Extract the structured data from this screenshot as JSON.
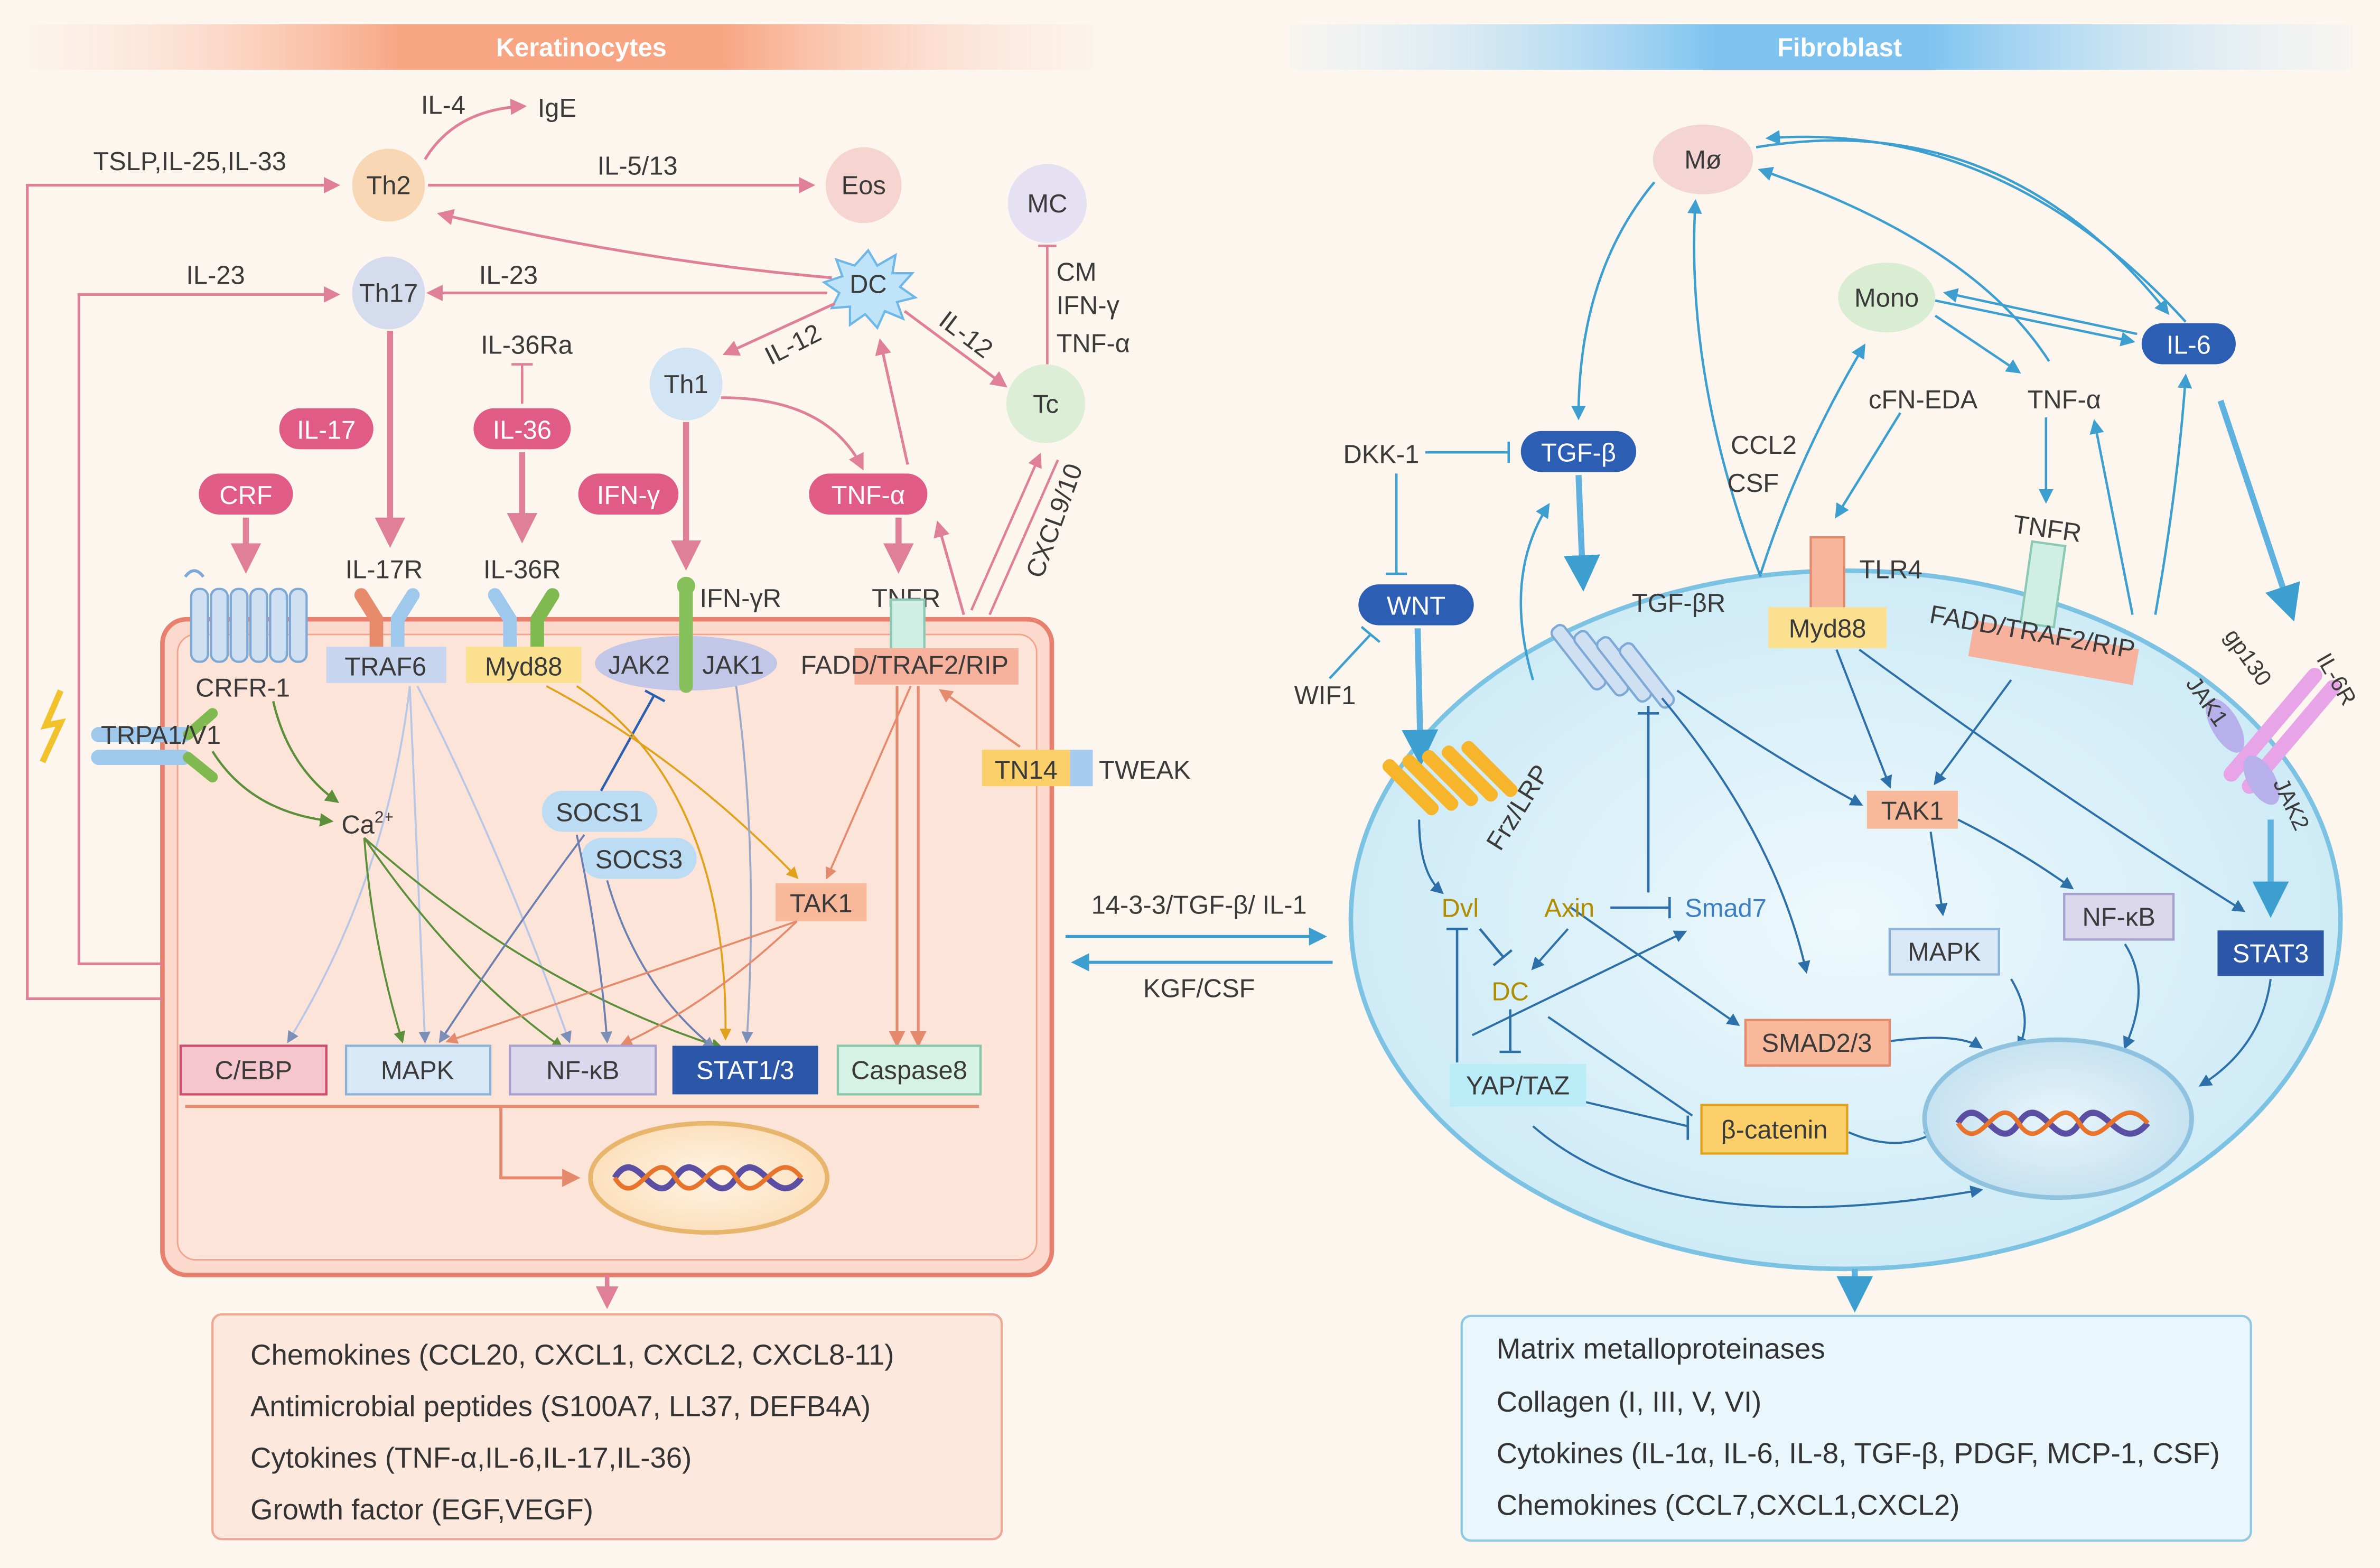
{
  "panels": {
    "left_title": "Keratinocytes",
    "right_title": "Fibroblast"
  },
  "cells": {
    "th2": "Th2",
    "eos": "Eos",
    "th17": "Th17",
    "dc": "DC",
    "th1": "Th1",
    "mc": "MC",
    "tc": "Tc",
    "mphi": "Mø",
    "mono": "Mono"
  },
  "left": {
    "ige": "IgE",
    "il4": "IL-4",
    "tslp": "TSLP,IL-25,IL-33",
    "il513": "IL-5/13",
    "il23a": "IL-23",
    "il23b": "IL-23",
    "il36ra": "IL-36Ra",
    "il12a": "IL-12",
    "il12b": "IL-12",
    "cm": "CM",
    "ifng_t": "IFN-γ",
    "tnfa_t": "TNF-α",
    "cxcl": "CXCL9/10",
    "il17": "IL-17",
    "il36": "IL-36",
    "crf": "CRF",
    "ifng": "IFN-γ",
    "tnfa": "TNF-α",
    "il17r": "IL-17R",
    "il36r": "IL-36R",
    "ifngr": "IFN-γR",
    "tnfr": "TNFR",
    "traf6": "TRAF6",
    "myd88": "Myd88",
    "jak2": "JAK2",
    "jak1": "JAK1",
    "fadd": "FADD/TRAF2/RIP",
    "crfr": "CRFR-1",
    "trpa": "TRPA1/V1",
    "ca": "Ca",
    "ca_sup": "2+",
    "tn14": "TN14",
    "tweak": "TWEAK",
    "socs1": "SOCS1",
    "socs3": "SOCS3",
    "tak1": "TAK1",
    "cebp": "C/EBP",
    "mapk": "MAPK",
    "nfkb": "NF-κB",
    "stat": "STAT1/3",
    "casp": "Caspase8"
  },
  "middle": {
    "top": "14-3-3/TGF-β/ IL-1",
    "bottom": "KGF/CSF"
  },
  "right": {
    "tgfb": "TGF-β",
    "dkk": "DKK-1",
    "wnt": "WNT",
    "wif": "WIF1",
    "tgfbr": "TGF-βR",
    "frz": "Frz/LRP",
    "ccl2": "CCL2",
    "csf": "CSF",
    "cfn": "cFN-EDA",
    "tnfa": "TNF-α",
    "il6": "IL-6",
    "tlr4": "TLR4",
    "myd88": "Myd88",
    "tnfr": "TNFR",
    "fadd": "FADD/TRAF2/RIP",
    "gp130": "gp130",
    "il6r": "IL-6R",
    "jak1": "JAK1",
    "jak2": "JAK2",
    "tak1": "TAK1",
    "dvl": "Dvl",
    "axin": "Axin",
    "smad7": "Smad7",
    "dc": "DC",
    "yaptaz": "YAP/TAZ",
    "smad23": "SMAD2/3",
    "bcat": "β-catenin",
    "mapk": "MAPK",
    "nfkb": "NF-κB",
    "stat3": "STAT3"
  },
  "outputs_left": [
    "Chemokines (CCL20, CXCL1, CXCL2, CXCL8-11)",
    "Antimicrobial peptides (S100A7, LL37, DEFB4A)",
    "Cytokines (TNF-α,IL-6,IL-17,IL-36)",
    "Growth factor (EGF,VEGF)"
  ],
  "outputs_right": [
    "Matrix metalloproteinases",
    "Collagen (I, III, V, VI)",
    "Cytokines (IL-1α, IL-6, IL-8, TGF-β, PDGF, MCP-1, CSF)",
    "Chemokines (CCL7,CXCL1,CXCL2)"
  ],
  "colors": {
    "pink_arrow": "#e07f98",
    "blue_arrow": "#3d9fd0",
    "dark_blue": "#2d5fb0",
    "pink_pill": "#e05b86",
    "left_cell_border": "#e8806e",
    "right_cell_fill": "#d4eef8"
  }
}
